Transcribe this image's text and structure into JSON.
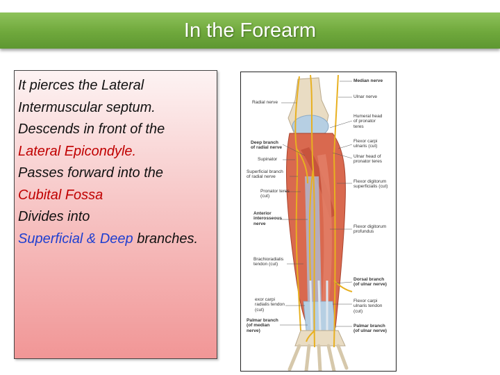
{
  "slide": {
    "title": "In the Forearm",
    "lines": [
      {
        "parts": [
          {
            "text": "It pierces the Lateral",
            "color": "black"
          }
        ]
      },
      {
        "parts": [
          {
            "text": "Intermuscular septum.",
            "color": "black"
          }
        ]
      },
      {
        "parts": [
          {
            "text": "Descends in front of the",
            "color": "black"
          }
        ]
      },
      {
        "parts": [
          {
            "text": "Lateral Epicondyle.",
            "color": "red"
          }
        ]
      },
      {
        "parts": [
          {
            "text": "Passes forward into the",
            "color": "black"
          }
        ]
      },
      {
        "parts": [
          {
            "text": "Cubital Fossa",
            "color": "red"
          }
        ]
      },
      {
        "parts": [
          {
            "text": "Divides into",
            "color": "black"
          }
        ]
      },
      {
        "parts": [
          {
            "text": "Superficial & Deep",
            "color": "blue"
          },
          {
            "text": " branches.",
            "color": "black"
          }
        ]
      }
    ]
  },
  "figure": {
    "left_labels": [
      "Radial nerve",
      "Deep branch\nof radial nerve",
      "Supinator",
      "Superficial branch\nof radial nerve",
      "Pronator teres\n(cut)",
      "Anterior\ninterosseous\nnerve",
      "Brachioradialis\ntendon (cut)",
      "exor carpi\nradialis tendon\n(cut)",
      "Palmar branch\n(of median\nnerve)"
    ],
    "right_labels": [
      "Median nerve",
      "Ulnar nerve",
      "Humeral head\nof pronator\nteres",
      "Flexor carpi\nulnaris (cut)",
      "Ulnar head of\npronator teres",
      "Flexor digitorum\nsuperficialis (cut)",
      "Flexor digitorum\nprofundus",
      "Dorsal branch\n(of ulnar nerve)",
      "Flexor carpi\nulnaris tendon\n(cut)",
      "Palmar branch\n(of ulnar nerve)"
    ]
  },
  "colors": {
    "title_bar": "#6fa83c",
    "text_red": "#c00000",
    "text_blue": "#1f3fd0",
    "muscle": "#d9694f",
    "nerve": "#e8b020",
    "bone": "#e9dcc3",
    "fascia": "#a9c3df"
  }
}
